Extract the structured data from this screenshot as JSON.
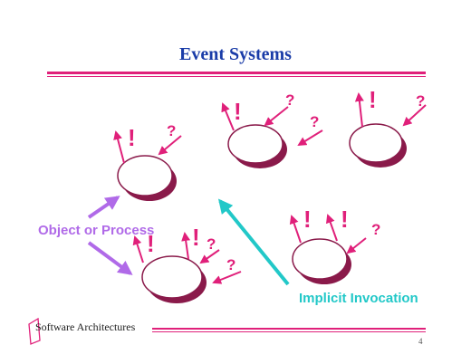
{
  "slide": {
    "title": "Event Systems",
    "footer": "Software Architectures",
    "page_number": "4"
  },
  "labels": {
    "object_or_process": "Object or Process",
    "implicit_invocation": "Implicit Invocation"
  },
  "symbols": {
    "announce": "!",
    "query": "?"
  },
  "colors": {
    "title": "#1a3ca8",
    "accent": "#e0207a",
    "purple": "#b06ae8",
    "cyan": "#22c8c8"
  }
}
